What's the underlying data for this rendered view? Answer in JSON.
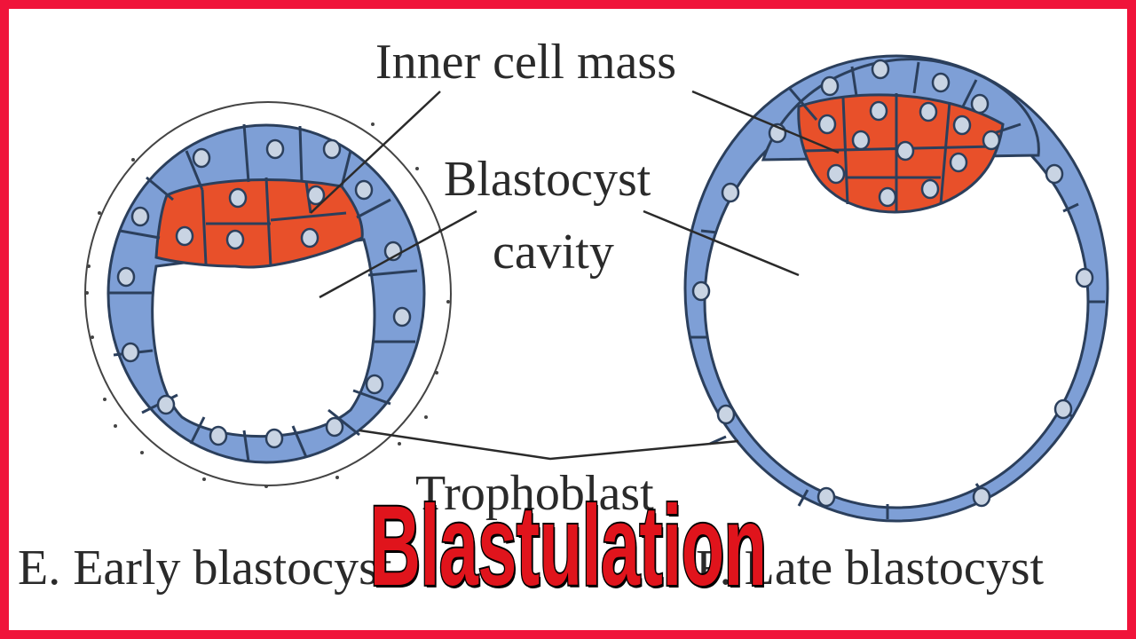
{
  "labels": {
    "inner_cell_mass": "Inner cell mass",
    "blastocyst_line1": "Blastocyst",
    "blastocyst_line2": "cavity",
    "trophoblast": "Trophoblast",
    "early_caption": "E. Early blastocyst",
    "late_caption": "F. Late blastocyst"
  },
  "title": "Blastulation",
  "colors": {
    "frame": "#f0143a",
    "trophoblast_cell": "#7e9fd6",
    "inner_cell_mass": "#e8502a",
    "outline": "#2b3f5c",
    "title_fill": "#e0141c"
  }
}
